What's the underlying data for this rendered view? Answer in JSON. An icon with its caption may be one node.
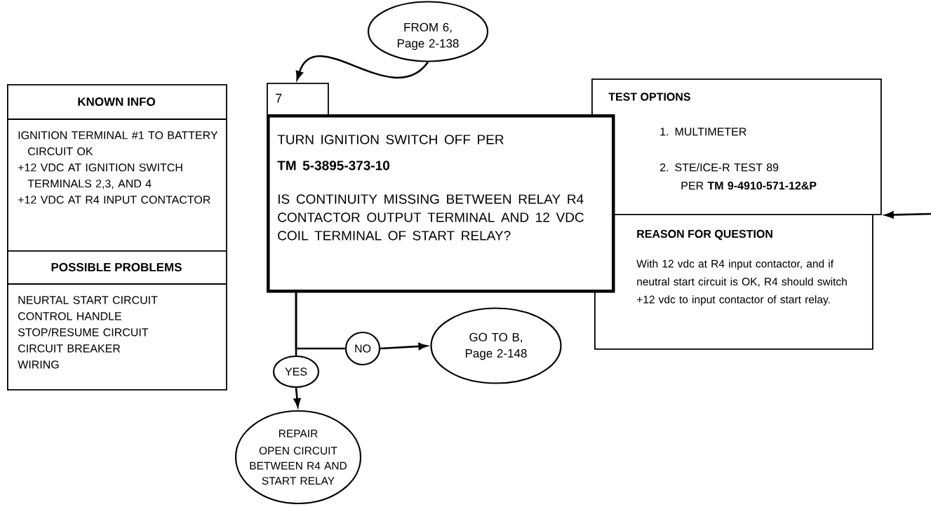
{
  "diagram": {
    "nodes": [
      {
        "text": [
          "KNOWN INFO",
          "IGNITION TERMINAL #1 TO BATTERY CIRCUIT OK",
          "+12 VDC AT IGNITION SWITCH TERMINALS 2,3, AND 4",
          "+12 VDC AT R4 INPUT CONTACTOR"
        ]
      },
      {
        "text": [
          "POSSIBLE PROBLEMS",
          "NEURTAL START CIRCUIT",
          "CONTROL HANDLE",
          "STOP/RESUME CIRCUIT",
          "CIRCUIT BREAKER",
          "WIRING"
        ]
      },
      {
        "text": [
          "FROM 6, Page 2-138"
        ]
      },
      {
        "text": [
          "7"
        ]
      },
      {
        "text": [
          "TURN IGNITION SWITCH OFF PER",
          "**TM 5-3895-373-10**",
          "IS CONTINUITY MISSING BETWEEN RELAY R4 CONTACTOR OUTPUT TERMINAL AND 12 VDC COIL TERMINAL OF START RELAY?"
        ]
      },
      {
        "text": [
          "TEST OPTIONS",
          "1. MULTIMETER",
          "2. STE/ICE-R TEST 89",
          "PER **TM 9-4910-571-12&P**"
        ]
      },
      {
        "text": [
          "REASON FOR QUESTION",
          "With 12 vdc at R4 input contactor, and if neutral start circuit is OK, R4 should switch +12 vdc to input contactor of start relay."
        ]
      },
      {
        "text": [
          "YES"
        ]
      },
      {
        "text": [
          "NO"
        ]
      },
      {
        "text": [
          "GO TO B, Page 2-148"
        ]
      },
      {
        "text": [
          "REPAIR",
          "OPEN CIRCUIT BETWEEN R4 AND START RELAY"
        ]
      }
    ],
    "edges": [
      {
        "from": 2,
        "to": 3,
        "arrow": "to"
      },
      {
        "from": null,
        "to": 5,
        "arrow": "to"
      },
      {
        "from": 4,
        "to": 7,
        "arrow": "none"
      },
      {
        "from": 4,
        "to": 8,
        "arrow": "none"
      },
      {
        "from": 8,
        "to": 9,
        "arrow": "to"
      },
      {
        "from": 7,
        "to": 10,
        "arrow": "to"
      }
    ]
  }
}
